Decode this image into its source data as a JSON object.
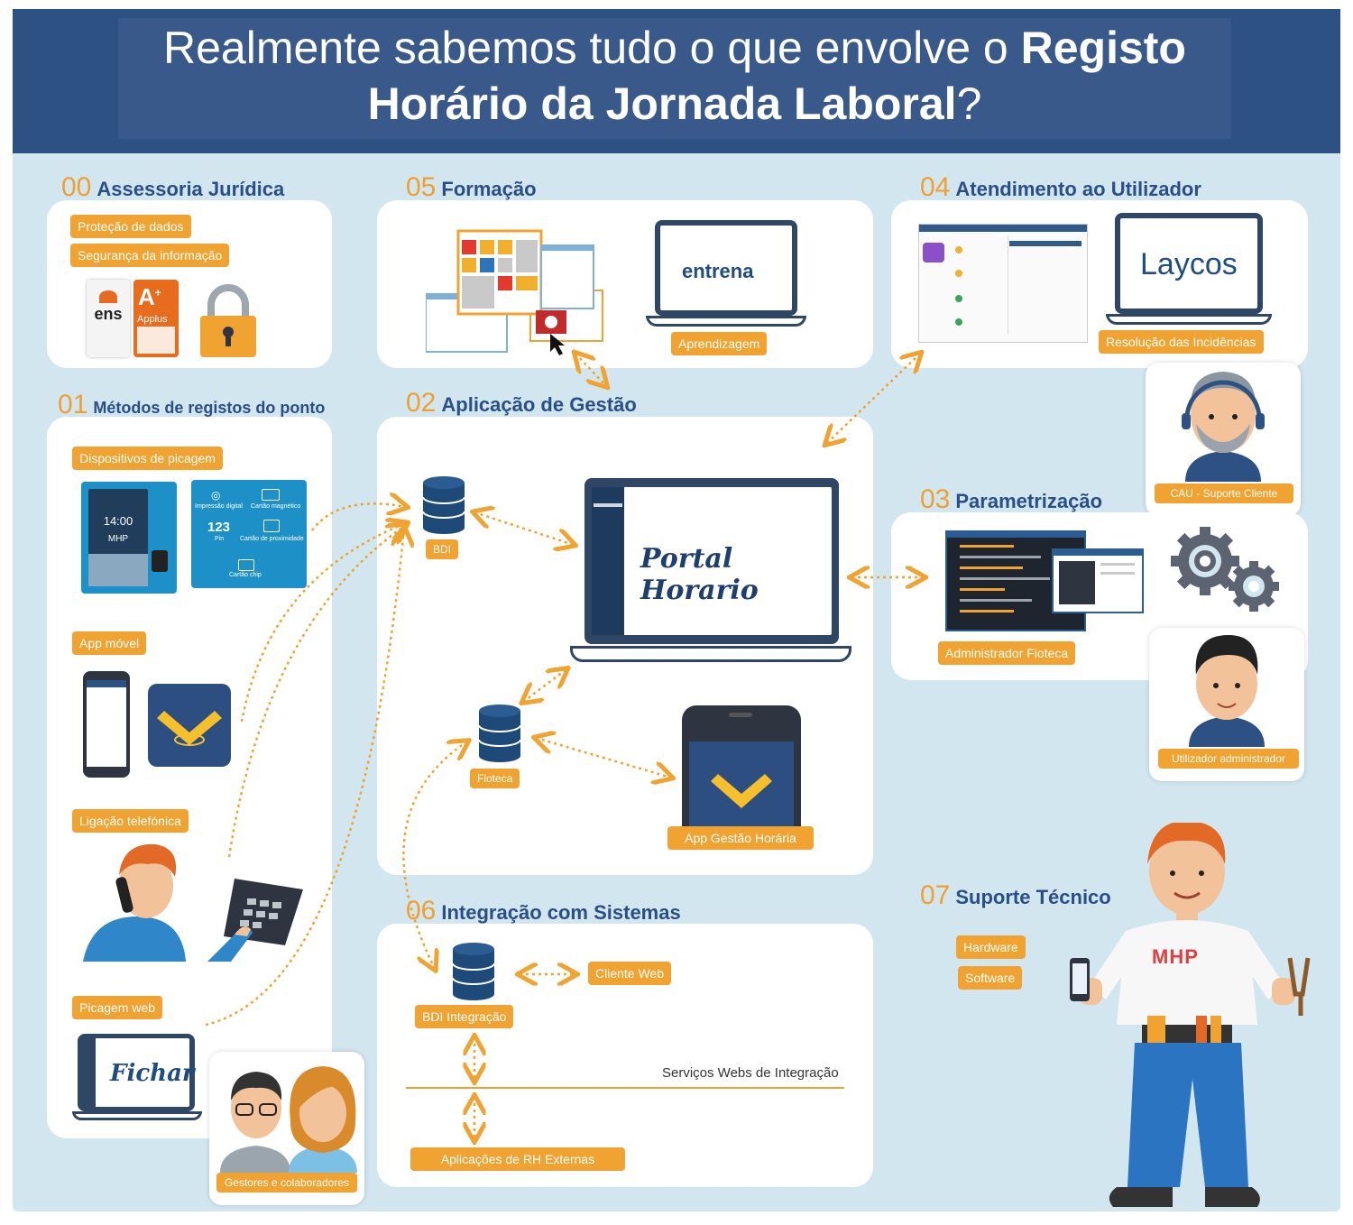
{
  "title": {
    "line1_regular": "Realmente sabemos tudo o que envolve o ",
    "line1_bold": "Registo",
    "line2_bold": "Horário da Jornada Laboral",
    "line2_end": "?"
  },
  "sections": {
    "s00": {
      "num": "00",
      "title": "Assessoria Jurídica",
      "tags": [
        "Proteção de dados",
        "Segurança da informação"
      ],
      "ens": "ens",
      "applus": "Applus"
    },
    "s05": {
      "num": "05",
      "title": "Formação",
      "brand": "entrena",
      "tag": "Aprendizagem"
    },
    "s04": {
      "num": "04",
      "title": "Atendimento ao Utilizador",
      "brand": "Laycos",
      "tag": "Resolução das Incidências"
    },
    "s01": {
      "num": "01",
      "title": "Métodos de registos do ponto",
      "tags": [
        "Dispositivos de picagem",
        "App móvel",
        "Ligação telefónica",
        "Picagem web"
      ],
      "device_time": "14:00",
      "device_logo": "MHP",
      "pad_labels": [
        "Impressão digital",
        "Cartão magnético",
        "Pin",
        "Cartão de proximidade",
        "Cartão chip"
      ],
      "pin": "123",
      "web_brand": "Fichar"
    },
    "s02": {
      "num": "02",
      "title": "Aplicação de Gestão",
      "db1": "BDI",
      "db2": "Fioteca",
      "portal": "Portal Horario",
      "app": "App Gestão Horária"
    },
    "s03": {
      "num": "03",
      "title": "Parametrização",
      "tag": "Administrador Fioteca"
    },
    "s06": {
      "num": "06",
      "title": "Integração com Sistemas",
      "db": "BDI Integração",
      "client": "Cliente Web",
      "services": "Serviços Webs de Integração",
      "rh": "Aplicações de RH Externas"
    },
    "s07": {
      "num": "07",
      "title": "Suporte Técnico",
      "tags": [
        "Hardware",
        "Software"
      ],
      "shirt_logo": "MHP"
    }
  },
  "avatars": {
    "cau": "CAU - Suporte Cliente",
    "admin": "Utilizador administrador",
    "managers": "Gestores e colaboradores"
  },
  "colors": {
    "navy": "#2c5182",
    "orange": "#f0a330",
    "light_blue": "#d2e6f0",
    "dark": "#2f4764"
  }
}
